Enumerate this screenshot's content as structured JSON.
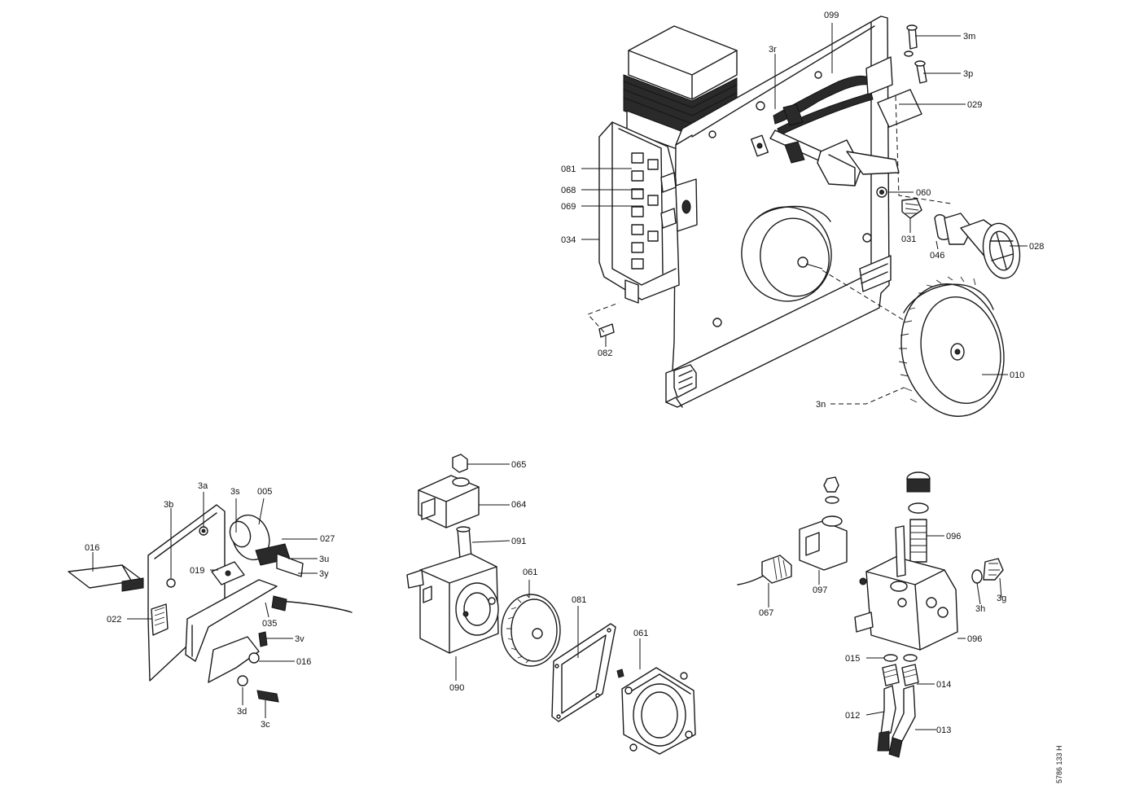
{
  "labels": {
    "l_099": "099",
    "l_3r": "3r",
    "l_3m": "3m",
    "l_3p": "3p",
    "l_029": "029",
    "l_081_top": "081",
    "l_068": "068",
    "l_069": "069",
    "l_034": "034",
    "l_060": "060",
    "l_031": "031",
    "l_046": "046",
    "l_028": "028",
    "l_082": "082",
    "l_010": "010",
    "l_3n": "3n",
    "l_3a": "3a",
    "l_3s": "3s",
    "l_005": "005",
    "l_3b": "3b",
    "l_016_left": "016",
    "l_027": "027",
    "l_019": "019",
    "l_3u": "3u",
    "l_3y": "3y",
    "l_022": "022",
    "l_035": "035",
    "l_3v": "3v",
    "l_016_right": "016",
    "l_3d": "3d",
    "l_3c": "3c",
    "l_065": "065",
    "l_064": "064",
    "l_091": "091",
    "l_061_a": "061",
    "l_081_mid": "081",
    "l_061_b": "061",
    "l_090": "090",
    "l_096_top": "096",
    "l_067": "067",
    "l_097": "097",
    "l_3h": "3h",
    "l_3g": "3g",
    "l_096_body": "096",
    "l_015": "015",
    "l_014": "014",
    "l_012": "012",
    "l_013": "013"
  },
  "drawing_number": "5786 133 H"
}
